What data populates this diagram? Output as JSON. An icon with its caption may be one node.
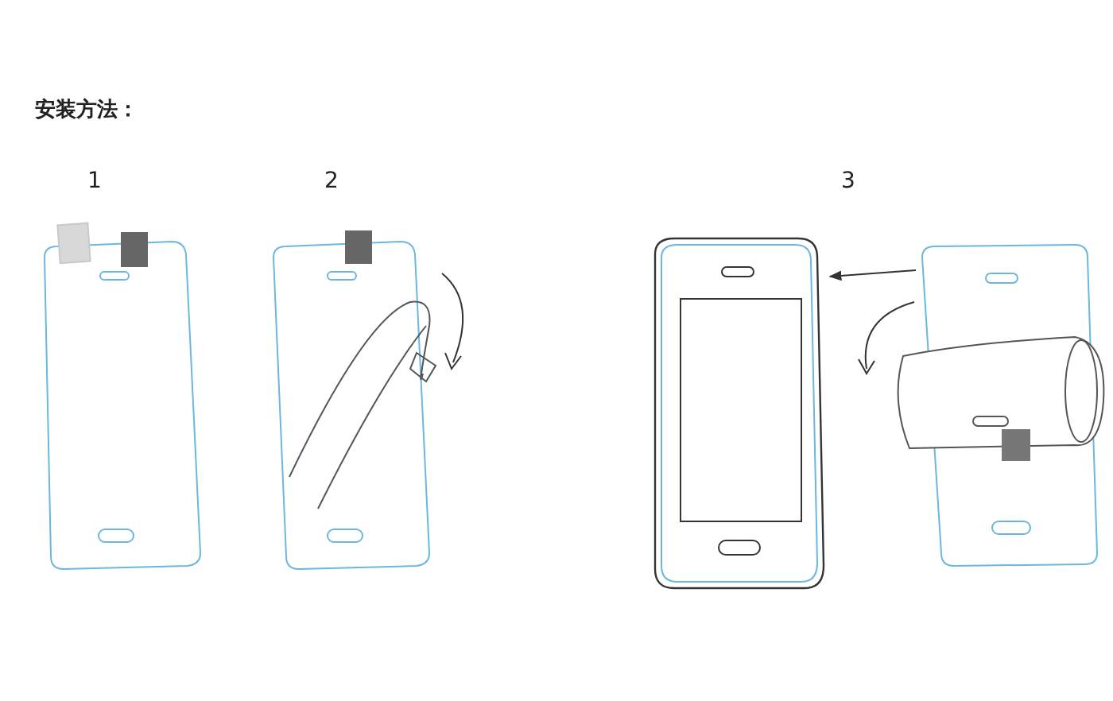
{
  "diagram": {
    "title": "安装方法：",
    "nodes": [
      {
        "text": [],
        "shape": "picture"
      },
      {
        "text": [],
        "shape": "picture"
      }
    ],
    "edges": [
      {
        "from": 1,
        "to": 0,
        "arrow": "to"
      }
    ],
    "labels": [
      "1",
      "2",
      "3"
    ]
  }
}
